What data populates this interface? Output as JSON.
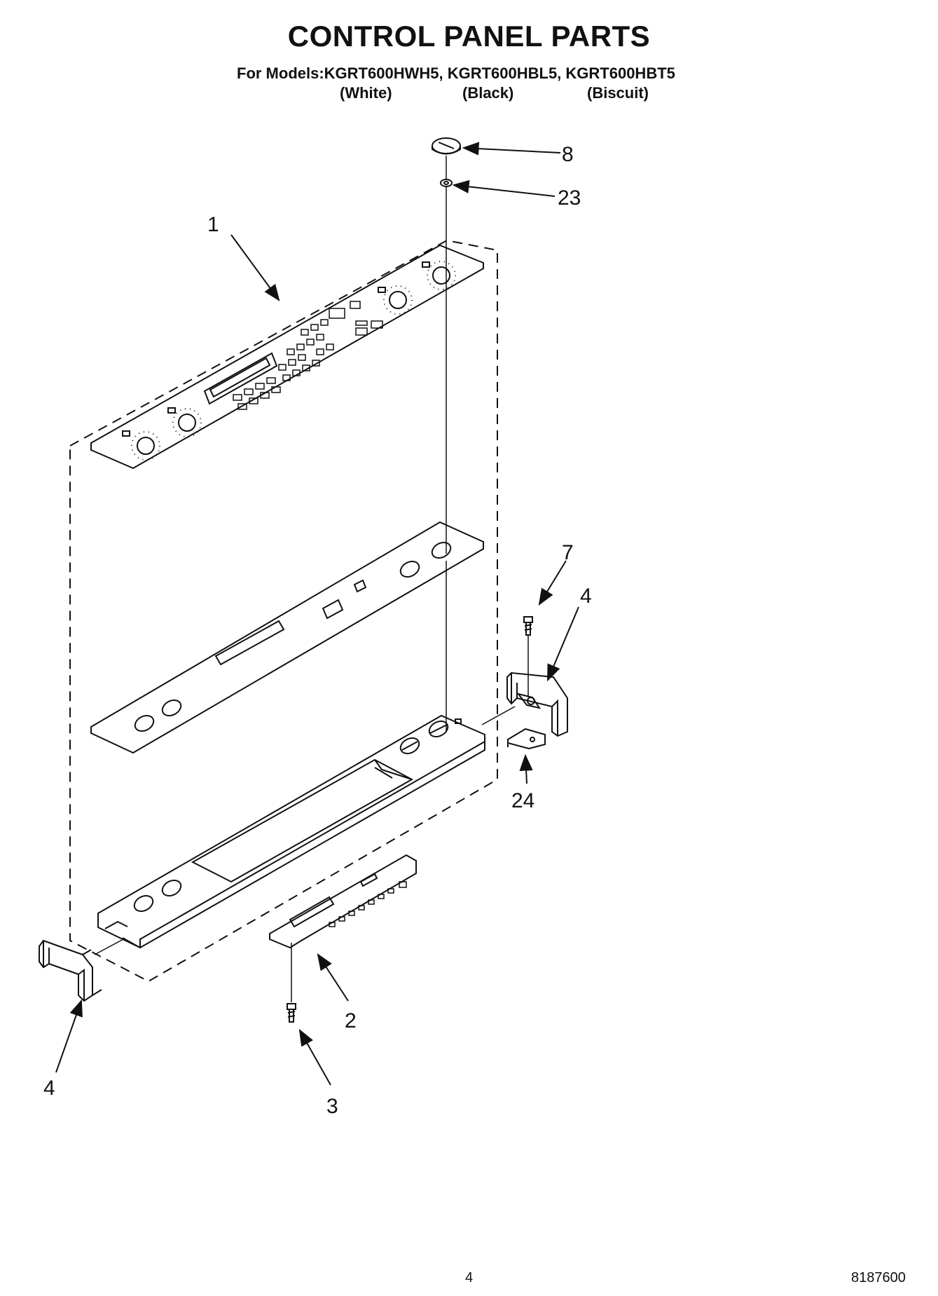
{
  "header": {
    "title": "CONTROL PANEL PARTS",
    "models_line": "For Models:KGRT600HWH5, KGRT600HBL5, KGRT600HBT5",
    "variants": [
      "(White)",
      "(Black)",
      "(Biscuit)"
    ]
  },
  "callouts": {
    "part_1": "1",
    "part_2": "2",
    "part_3": "3",
    "part_4_right": "4",
    "part_4_left": "4",
    "part_7": "7",
    "part_8": "8",
    "part_23": "23",
    "part_24": "24"
  },
  "footer": {
    "page_number": "4",
    "document_number": "8187600"
  },
  "colors": {
    "line": "#111111",
    "background": "#ffffff"
  }
}
